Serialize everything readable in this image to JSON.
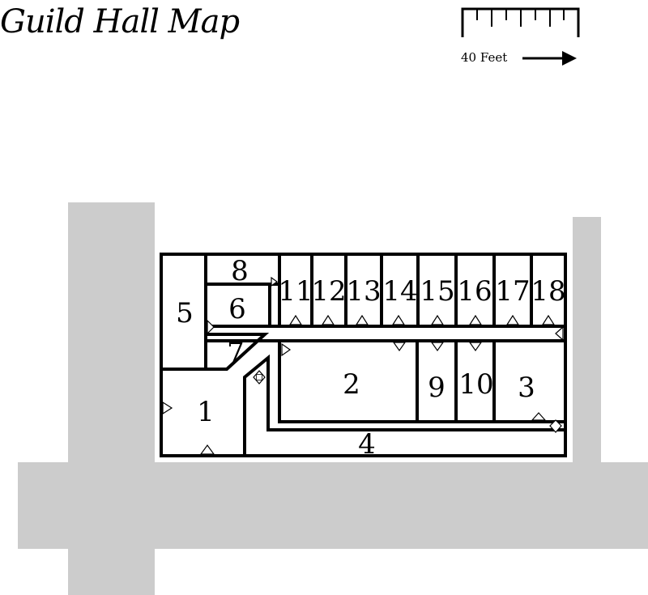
{
  "title": "Guild Hall Map",
  "scale": {
    "label": "40 Feet",
    "ticks": 8
  },
  "colors": {
    "street": "#cccccc",
    "wall": "#000000",
    "floor": "#ffffff"
  },
  "rooms": [
    {
      "id": "1",
      "label": "1"
    },
    {
      "id": "2",
      "label": "2"
    },
    {
      "id": "3",
      "label": "3"
    },
    {
      "id": "4",
      "label": "4"
    },
    {
      "id": "5",
      "label": "5"
    },
    {
      "id": "6",
      "label": "6"
    },
    {
      "id": "7",
      "label": "7"
    },
    {
      "id": "8",
      "label": "8"
    },
    {
      "id": "9",
      "label": "9"
    },
    {
      "id": "10",
      "label": "10"
    },
    {
      "id": "11",
      "label": "11"
    },
    {
      "id": "12",
      "label": "12"
    },
    {
      "id": "13",
      "label": "13"
    },
    {
      "id": "14",
      "label": "14"
    },
    {
      "id": "15",
      "label": "15"
    },
    {
      "id": "16",
      "label": "16"
    },
    {
      "id": "17",
      "label": "17"
    },
    {
      "id": "18",
      "label": "18"
    }
  ]
}
